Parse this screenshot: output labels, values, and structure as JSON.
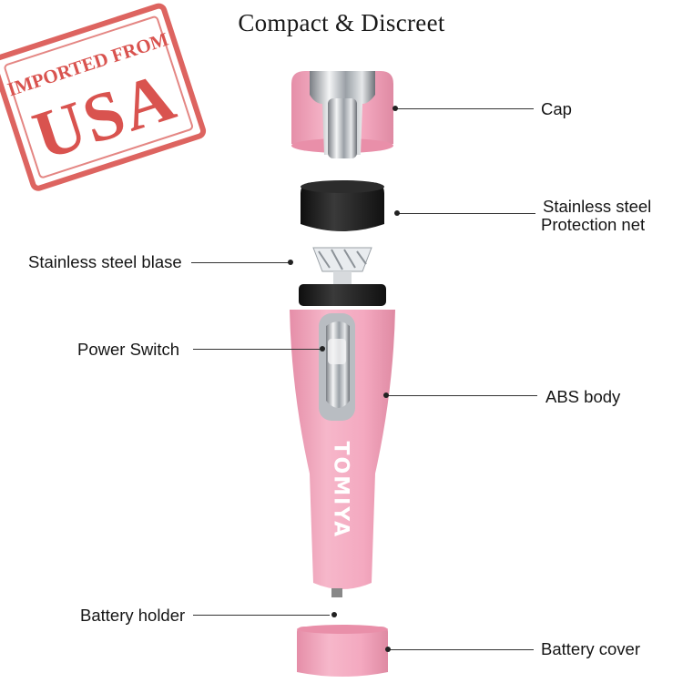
{
  "title": "Compact & Discreet",
  "stamp": {
    "top_text": "IMPORTED FROM",
    "main_text": "USA"
  },
  "brand": "TOMIYA",
  "labels": {
    "cap": "Cap",
    "protection_net_line1": "Stainless steel",
    "protection_net_line2": "Protection net",
    "blade": "Stainless steel blase",
    "power_switch": "Power Switch",
    "abs_body": "ABS body",
    "battery_holder": "Battery holder",
    "battery_cover": "Battery cover"
  },
  "colors": {
    "pink": "#f4a9c0",
    "pink_dark": "#e7849f",
    "stamp_red": "#d9534f",
    "chrome": "#c9ccd0",
    "black": "#1f1f1f"
  }
}
